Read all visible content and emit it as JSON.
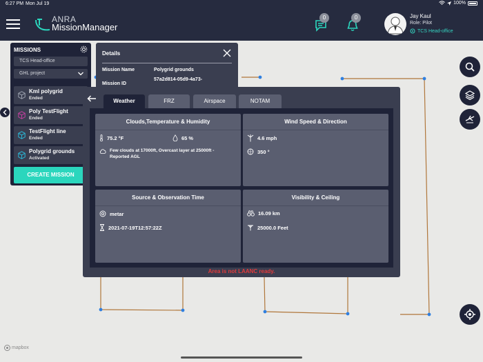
{
  "status_bar": {
    "time": "6:27 PM",
    "day": "Mon Jul 19",
    "battery": "100%"
  },
  "header": {
    "brand_top": "ANRA",
    "brand_bottom": "MissionManager",
    "messages_count": "0",
    "notifications_count": "0",
    "user_name": "Jay Kaul",
    "user_role": "Role: Pilot",
    "user_org": "TCS Head-office"
  },
  "missions_panel": {
    "title": "MISSIONS",
    "org_select": "TCS Head-office",
    "project_select": "GHL project",
    "items": [
      {
        "name": "Kml polygrid",
        "status": "Ended",
        "icon_color": "#9aa0ad"
      },
      {
        "name": "Poly TestFlight",
        "status": "Ended",
        "icon_color": "#c2409f"
      },
      {
        "name": "TestFlight line",
        "status": "Ended",
        "icon_color": "#2bb7d6"
      },
      {
        "name": "Polygrid grounds",
        "status": "Activated",
        "icon_color": "#2bb7d6"
      }
    ],
    "create_button": "CREATE MISSION"
  },
  "details": {
    "title": "Details",
    "mission_name_label": "Mission Name",
    "mission_name_value": "Polygrid grounds",
    "mission_id_label": "Mission ID",
    "mission_id_value": "57a2d814-05d9-4a73-"
  },
  "weather_panel": {
    "tabs": [
      {
        "label": "Weather",
        "active": true
      },
      {
        "label": "FRZ",
        "active": false
      },
      {
        "label": "Airspace",
        "active": false
      },
      {
        "label": "NOTAM",
        "active": false
      }
    ],
    "clouds": {
      "title": "Clouds,Temperature & Humidity",
      "temperature": "75.2 °F",
      "humidity": "65 %",
      "clouds": "Few clouds at 17000ft, Overcast layer at 25000ft - Reported AGL"
    },
    "wind": {
      "title": "Wind Speed & Direction",
      "speed": "4.6 mph",
      "direction": "350 °"
    },
    "source": {
      "title": "Source & Observation Time",
      "source": "metar",
      "time": "2021-07-19T12:57:22Z"
    },
    "visibility": {
      "title": "Visibility & Ceiling",
      "visibility": "16.09 km",
      "ceiling": "25000.0 Feet"
    },
    "laanc_status": "Area is not LAANC ready."
  },
  "map": {
    "attribution": "mapbox",
    "line_color": "#b0763a",
    "vertex_color": "#2f7fe0"
  }
}
